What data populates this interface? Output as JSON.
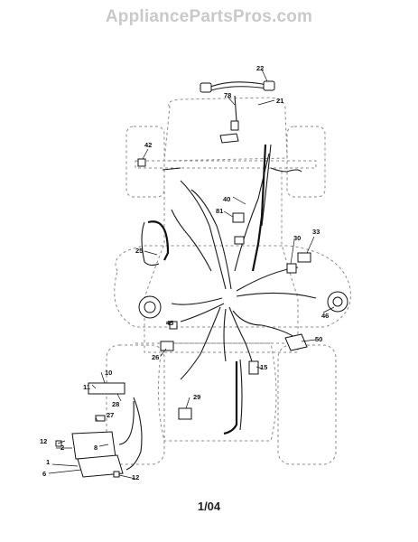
{
  "watermark": "AppliancePartsPros.com",
  "page_ref": "1/04",
  "callouts": [
    {
      "id": "22",
      "label": "22"
    },
    {
      "id": "78",
      "label": "78"
    },
    {
      "id": "21",
      "label": "21"
    },
    {
      "id": "42",
      "label": "42"
    },
    {
      "id": "40",
      "label": "40"
    },
    {
      "id": "81",
      "label": "81"
    },
    {
      "id": "25",
      "label": "25"
    },
    {
      "id": "30",
      "label": "30"
    },
    {
      "id": "33",
      "label": "33"
    },
    {
      "id": "46",
      "label": "46"
    },
    {
      "id": "45",
      "label": "45"
    },
    {
      "id": "26",
      "label": "26"
    },
    {
      "id": "50",
      "label": "50"
    },
    {
      "id": "15",
      "label": "15"
    },
    {
      "id": "10",
      "label": "10"
    },
    {
      "id": "11",
      "label": "11"
    },
    {
      "id": "29",
      "label": "29"
    },
    {
      "id": "28",
      "label": "28"
    },
    {
      "id": "27",
      "label": "27"
    },
    {
      "id": "1",
      "label": "1"
    },
    {
      "id": "6",
      "label": "6"
    },
    {
      "id": "12a",
      "label": "12"
    },
    {
      "id": "2",
      "label": "2"
    },
    {
      "id": "8",
      "label": "8"
    },
    {
      "id": "12b",
      "label": "12"
    }
  ]
}
